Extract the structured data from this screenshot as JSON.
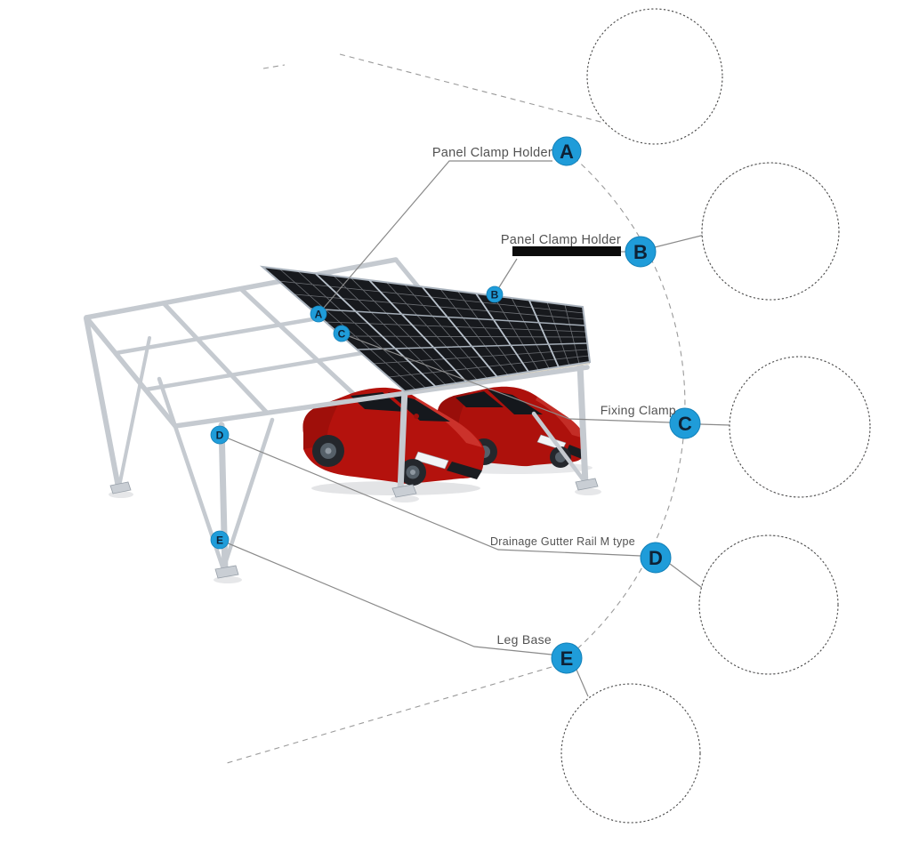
{
  "page": {
    "background": "#ffffff"
  },
  "callouts": [
    {
      "id": "A",
      "label": "Panel Clamp Holder",
      "detail_icon": "panel-clamp-holder-on-rail"
    },
    {
      "id": "B",
      "label": "Panel Clamp Holder",
      "detail_icon": "panel-clamp-holder-at-panel-edge"
    },
    {
      "id": "C",
      "label": "Fixing Clamp",
      "detail_icon": "fixing-clamp-rail-to-beam"
    },
    {
      "id": "D",
      "label": "Drainage Gutter Rail M type",
      "detail_icon": "drainage-gutter-rail-on-column"
    },
    {
      "id": "E",
      "label": "Leg Base",
      "detail_icon": "leg-base-plate-with-anchor-bolts"
    }
  ],
  "scene": {
    "subject": "solar-carport-mounting-structure-with-two-red-cars"
  },
  "colors": {
    "accent_blue": "#1f9cd9",
    "accent_blue_edge": "#1380b8",
    "letter_dark": "#0e2236",
    "leader_line": "#8a8a8a",
    "label_text": "#525252",
    "steel_gray": "#c5cad0",
    "panel_dark": "#17191d",
    "rail_cream": "#ece6d8",
    "beam_purple": "#6c6170",
    "car_red": "#b5130e"
  }
}
